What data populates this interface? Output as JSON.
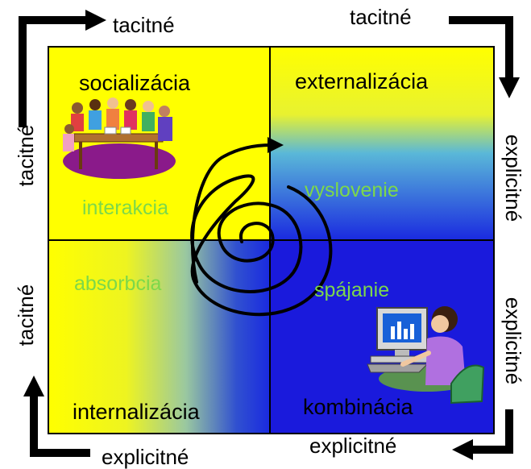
{
  "outer_labels": {
    "top_left": "tacitné",
    "top_right": "tacitné",
    "left_upper": "tacitné",
    "left_lower": "tacitné",
    "right_upper": "explicitné",
    "right_lower": "explicitné",
    "bottom_left": "explicitné",
    "bottom_right": "explicitné"
  },
  "quadrants": {
    "top_left": {
      "title": "socializácia",
      "process": "interakcia"
    },
    "top_right": {
      "title": "externalizácia",
      "process": "vyslovenie"
    },
    "bottom_left": {
      "title": "internalizácia",
      "process": "absorbcia"
    },
    "bottom_right": {
      "title": "kombinácia",
      "process": "spájanie"
    }
  },
  "colors": {
    "yellow": "#ffff00",
    "blue": "#1a1adc",
    "process_text": "#7dd84a",
    "border": "#000000"
  },
  "illustrations": {
    "top_left": "group-meeting-clipart",
    "bottom_right": "person-at-computer-clipart"
  }
}
